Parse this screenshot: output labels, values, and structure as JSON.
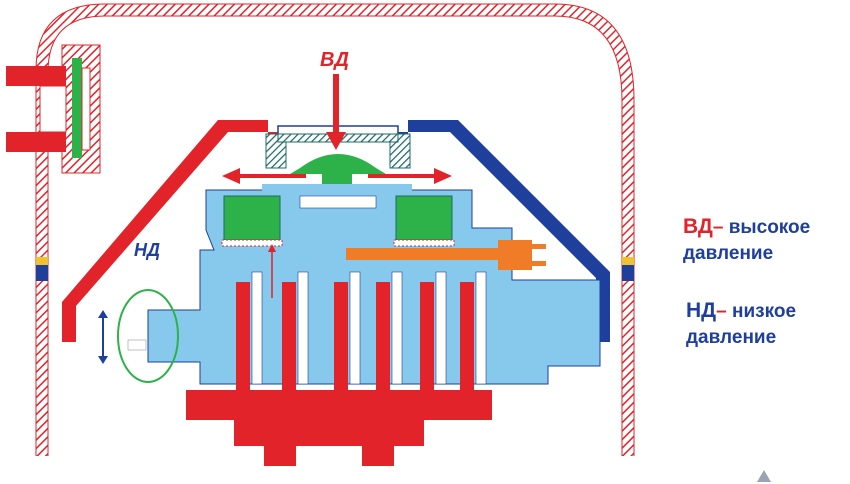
{
  "diagram": {
    "label_high": "ВД",
    "label_low": "НД"
  },
  "legend": {
    "high": {
      "abbr": "ВД",
      "dash": "–",
      "line1": " высокое",
      "line2": "давление"
    },
    "low": {
      "abbr": "НД",
      "dash": "–",
      "line1": " низкое",
      "line2": "давление"
    }
  },
  "colors": {
    "high_pressure": "#e2232a",
    "low_pressure": "#1e3f9c",
    "body": "#86c9ec",
    "valve": "#2db24a",
    "heater": "#f07c28",
    "hatch": "#e2232a"
  }
}
